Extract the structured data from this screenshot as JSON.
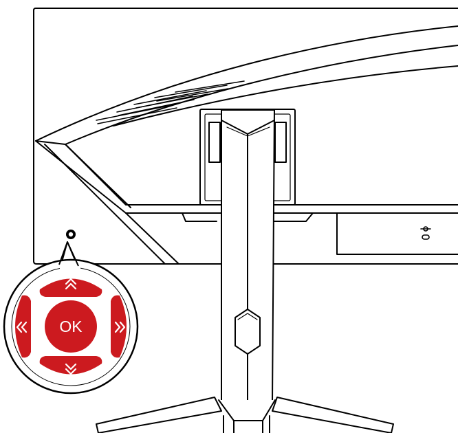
{
  "diagram": {
    "joystick": {
      "center_label": "OK",
      "directions": [
        "up",
        "down",
        "left",
        "right"
      ],
      "icons": {
        "up": "double-chevron-up-icon",
        "down": "double-chevron-down-icon",
        "left": "double-chevron-left-icon",
        "right": "double-chevron-right-icon"
      }
    },
    "colors": {
      "accent": "#cc1a1f",
      "outline": "#000000",
      "background": "#ffffff"
    }
  }
}
